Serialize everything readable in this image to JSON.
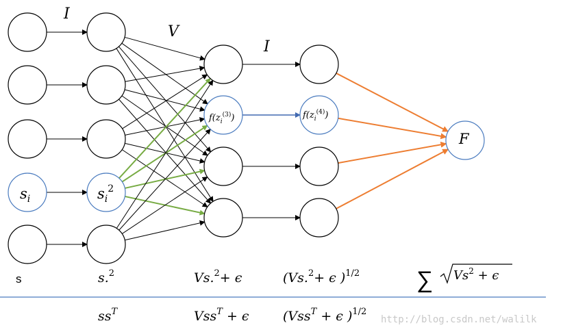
{
  "diagram": {
    "edge_labels": {
      "top_left": "I",
      "middle": "V",
      "top_right": "I"
    },
    "nodes": {
      "s_i": {
        "base": "s",
        "sub": "i"
      },
      "s_i_sq": {
        "base": "s",
        "sub": "i",
        "sup": "2"
      },
      "f_z3": {
        "prefix": "f(z",
        "sub": "i",
        "sup": "(3)",
        "suffix": ")"
      },
      "f_z4": {
        "prefix": "f(z",
        "sub": "i",
        "sup": "(4)",
        "suffix": ")"
      },
      "output": "F"
    },
    "formulas": {
      "row1": {
        "col1": "s",
        "col2": {
          "base": "s.",
          "sup": "2"
        },
        "col3": {
          "pre": "Vs.",
          "sup": "2",
          "post": "+ ϵ"
        },
        "col4": {
          "pre": "(Vs.",
          "sup": "2",
          "mid": "+ ϵ )",
          "exp": "1/2"
        },
        "col5": {
          "sum": "∑",
          "radicand": "Vs",
          "sup": "2",
          "post": " + ϵ"
        }
      },
      "row2": {
        "col2": {
          "base": "ss",
          "sup": "T"
        },
        "col3": {
          "pre": "Vss",
          "sup": "T",
          "post": " + ϵ"
        },
        "col4": {
          "pre": "(Vss",
          "sup": "T",
          "mid": " + ϵ )",
          "exp": "1/2"
        }
      }
    },
    "watermark": "http://blog.csdn.net/walilk",
    "colors": {
      "highlight_node": "#4a7bbf",
      "green_edges": "#77ab43",
      "blue_edge": "#4169b0",
      "orange_edges": "#ed7d31",
      "divider": "#4a7bbf"
    }
  }
}
